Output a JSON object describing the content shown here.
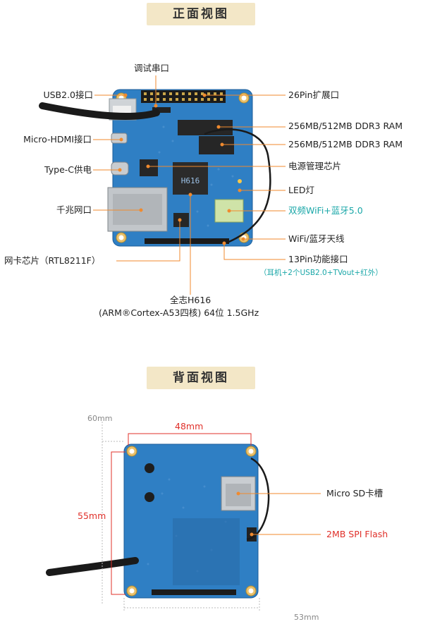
{
  "front": {
    "title": "正面视图",
    "labels": {
      "debug_serial": "调试串口",
      "usb": "USB2.0接口",
      "micro_hdmi": "Micro-HDMI接口",
      "typec": "Type-C供电",
      "ethernet": "千兆网口",
      "nic_chip": "网卡芯片（RTL8211F）",
      "pin26": "26Pin扩展口",
      "ram1": "256MB/512MB DDR3 RAM",
      "ram2": "256MB/512MB DDR3 RAM",
      "pmic": "电源管理芯片",
      "led": "LED灯",
      "wifi": "双频WiFi+蓝牙5.0",
      "antenna": "WiFi/蓝牙天线",
      "pin13": "13Pin功能接口",
      "pin13_note": "（耳机+2个USB2.0+TVout+红外）",
      "soc_line1": "全志H616",
      "soc_line2": "(ARM®Cortex-A53四核) 64位 1.5GHz"
    },
    "chip_mark": "H616"
  },
  "back": {
    "title": "背面视图",
    "labels": {
      "microsd": "Micro SD卡槽",
      "spi_flash": "2MB SPI Flash"
    },
    "dims": {
      "width_inner": "48mm",
      "height_inner": "55mm",
      "height_outer": "60mm",
      "width_outer": "53mm"
    }
  },
  "colors": {
    "accent_orange": "#f08a2e",
    "teal": "#1aa7a8",
    "red": "#e0302a",
    "pcb_blue": "#2f7fc4",
    "banner": "#f3e7c7"
  }
}
